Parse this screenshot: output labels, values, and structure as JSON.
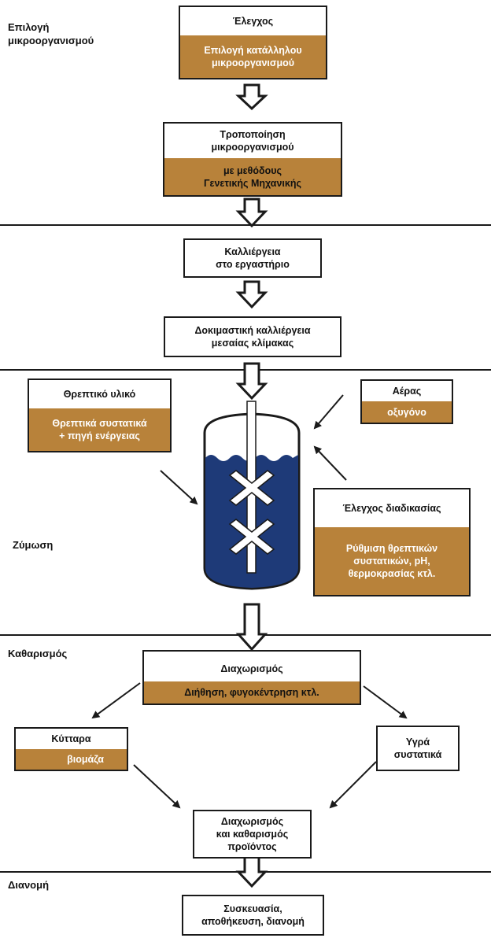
{
  "stages": {
    "selection": [
      "Επιλογή",
      "μικροοργανισμού"
    ],
    "fermentation": "Ζύμωση",
    "purification": "Καθαρισμός",
    "distribution": "Διανομή"
  },
  "boxes": {
    "control": {
      "top": "Έλεγχος",
      "bottom": [
        "Επιλογή κατάλληλου",
        "μικροοργανισμού"
      ]
    },
    "modification": {
      "top": [
        "Τροποποίηση",
        "μικροοργανισμού"
      ],
      "bottom": [
        "με μεθόδους",
        "Γενετικής Μηχανικής"
      ]
    },
    "lab_culture": [
      "Καλλιέργεια",
      "στο εργαστήριο"
    ],
    "pilot_culture": [
      "Δοκιμαστική καλλιέργεια",
      "μεσαίας κλίμακας"
    ],
    "nutrient": {
      "top": "Θρεπτικό υλικό",
      "bottom": [
        "Θρεπτικά συστατικά",
        "+ πηγή ενέργειας"
      ]
    },
    "air": {
      "top": "Αέρας",
      "bottom": "οξυγόνο"
    },
    "process_control": {
      "top": "Έλεγχος διαδικασίας",
      "bottom": [
        "Ρύθμιση θρεπτικών",
        "συστατικών, pH,",
        "θερμοκρασίας κτλ."
      ]
    },
    "separation": {
      "top": "Διαχωρισμός",
      "bottom": "Διήθηση, φυγοκέντρηση κτλ."
    },
    "cells": {
      "top": "Κύτταρα",
      "bottom": "βιομάζα"
    },
    "liquids": [
      "Υγρά",
      "συστατικά"
    ],
    "product_separation": [
      "Διαχωρισμός",
      "και καθαρισμός",
      "προϊόντος"
    ],
    "packaging": [
      "Συσκευασία,",
      "αποθήκευση, διανομή"
    ]
  },
  "colors": {
    "accent": "#b8823a",
    "liquid": "#1e3a78",
    "line": "#1a1a1a"
  }
}
